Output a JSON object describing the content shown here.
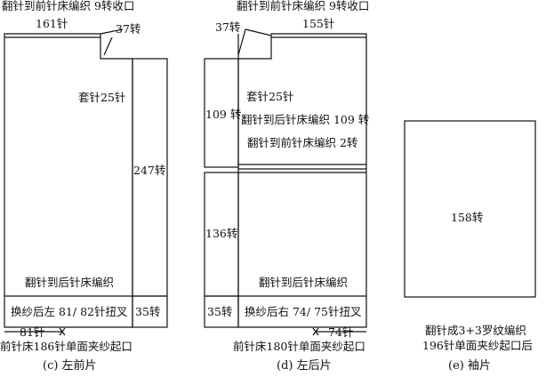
{
  "panel_c": {
    "top_note": "翻针到前针床编织 9转收口",
    "width_top": "161针",
    "shoulder_rows": "37转",
    "neck_cast_off": "套针25针",
    "body_rows": "247转",
    "body_note": "翻针到后针床编织",
    "rib_note": "换纱后左 81/ 82针扭叉",
    "rib_rows": "35转",
    "bottom_width": "81针",
    "start_note": "前针床186针单面夹纱起口",
    "caption": "(c) 左前片"
  },
  "panel_d": {
    "top_note": "翻针到前针床编织 9转收口",
    "shoulder_rows": "37转",
    "width_top": "155针",
    "neck_cast_off": "套针25针",
    "upper_rows": "109 转",
    "upper_note": "翻针到后针床编织 109 转",
    "band_note": "翻针到前针床编织 2转",
    "lower_rows": "136转",
    "body_note": "翻针到后针床编织",
    "rib_rows": "35转",
    "rib_note": "换纱后右 74/ 75针扭叉",
    "bottom_width": "74针",
    "start_note": "前针床180针单面夹纱起口",
    "caption": "(d) 左后片"
  },
  "panel_e": {
    "rows": "158转",
    "note_line1": "翻针成3+3罗纹编织",
    "note_line2": "196针单面夹纱起口后",
    "caption": "(e) 袖片"
  }
}
